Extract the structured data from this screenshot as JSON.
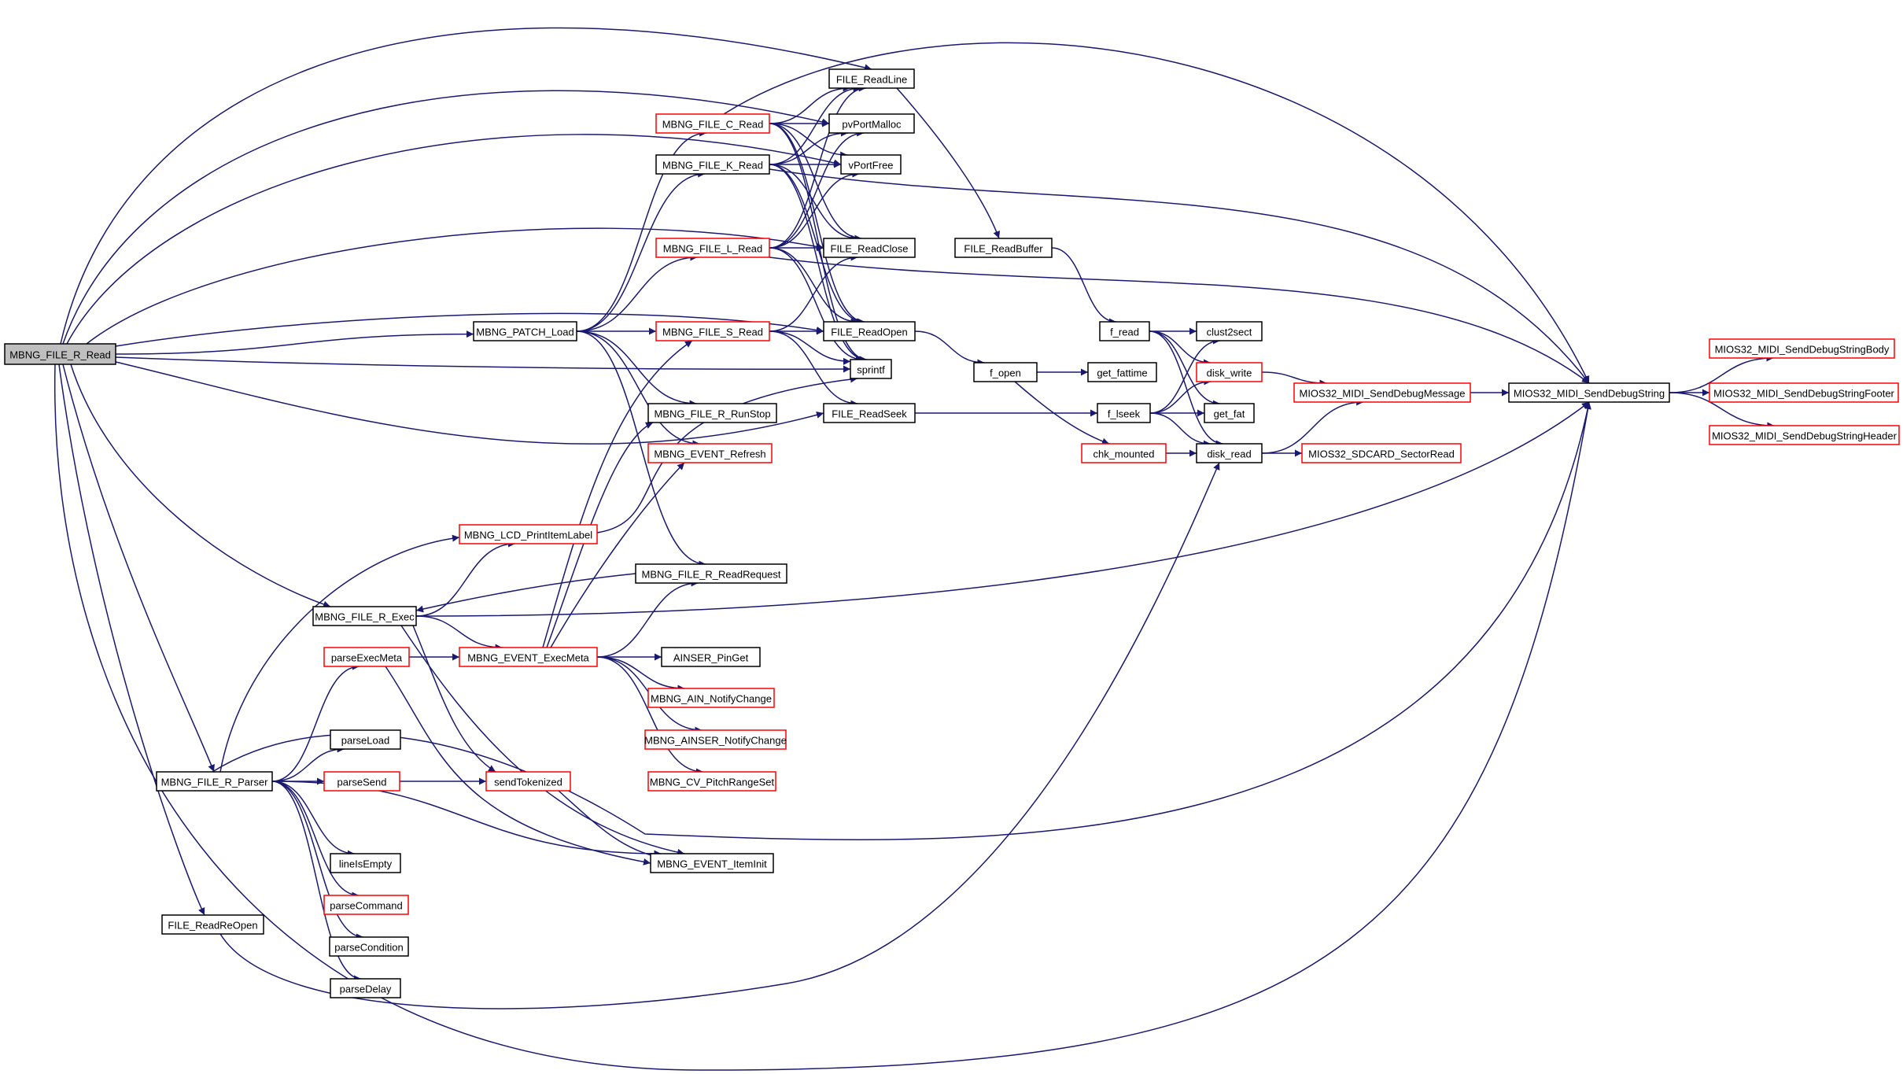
{
  "colors": {
    "edge": "#191970",
    "node_border_normal": "#000000",
    "node_border_truncated": "#ff0000",
    "root_fill": "#bfbfbf",
    "background": "#ffffff"
  },
  "graph": {
    "root": "MBNG_FILE_R_Read",
    "nodes": [
      {
        "id": "MBNG_FILE_R_Read",
        "label": "MBNG_FILE_R_Read",
        "truncated": false,
        "root": true
      },
      {
        "id": "MBNG_PATCH_Load",
        "label": "MBNG_PATCH_Load",
        "truncated": false
      },
      {
        "id": "MBNG_FILE_R_Exec",
        "label": "MBNG_FILE_R_Exec",
        "truncated": false
      },
      {
        "id": "MBNG_FILE_R_Parser",
        "label": "MBNG_FILE_R_Parser",
        "truncated": false
      },
      {
        "id": "FILE_ReadReOpen",
        "label": "FILE_ReadReOpen",
        "truncated": false
      },
      {
        "id": "MBNG_LCD_PrintItemLabel",
        "label": "MBNG_LCD_PrintItemLabel",
        "truncated": true
      },
      {
        "id": "parseExecMeta",
        "label": "parseExecMeta",
        "truncated": true
      },
      {
        "id": "parseLoad",
        "label": "parseLoad",
        "truncated": false
      },
      {
        "id": "parseSend",
        "label": "parseSend",
        "truncated": true
      },
      {
        "id": "lineIsEmpty",
        "label": "lineIsEmpty",
        "truncated": false
      },
      {
        "id": "parseCommand",
        "label": "parseCommand",
        "truncated": true
      },
      {
        "id": "parseCondition",
        "label": "parseCondition",
        "truncated": false
      },
      {
        "id": "parseDelay",
        "label": "parseDelay",
        "truncated": false
      },
      {
        "id": "MBNG_FILE_C_Read",
        "label": "MBNG_FILE_C_Read",
        "truncated": true
      },
      {
        "id": "MBNG_FILE_K_Read",
        "label": "MBNG_FILE_K_Read",
        "truncated": false
      },
      {
        "id": "MBNG_FILE_L_Read",
        "label": "MBNG_FILE_L_Read",
        "truncated": true
      },
      {
        "id": "MBNG_FILE_S_Read",
        "label": "MBNG_FILE_S_Read",
        "truncated": true
      },
      {
        "id": "MBNG_FILE_R_RunStop",
        "label": "MBNG_FILE_R_RunStop",
        "truncated": false
      },
      {
        "id": "MBNG_EVENT_Refresh",
        "label": "MBNG_EVENT_Refresh",
        "truncated": true
      },
      {
        "id": "MBNG_FILE_R_ReadRequest",
        "label": "MBNG_FILE_R_ReadRequest",
        "truncated": false
      },
      {
        "id": "MBNG_EVENT_ExecMeta",
        "label": "MBNG_EVENT_ExecMeta",
        "truncated": true
      },
      {
        "id": "AINSER_PinGet",
        "label": "AINSER_PinGet",
        "truncated": false
      },
      {
        "id": "MBNG_AIN_NotifyChange",
        "label": "MBNG_AIN_NotifyChange",
        "truncated": true
      },
      {
        "id": "MBNG_AINSER_NotifyChange",
        "label": "MBNG_AINSER_NotifyChange",
        "truncated": true
      },
      {
        "id": "MBNG_CV_PitchRangeSet",
        "label": "MBNG_CV_PitchRangeSet",
        "truncated": true
      },
      {
        "id": "sendTokenized",
        "label": "sendTokenized",
        "truncated": true
      },
      {
        "id": "MBNG_EVENT_ItemInit",
        "label": "MBNG_EVENT_ItemInit",
        "truncated": false
      },
      {
        "id": "FILE_ReadLine",
        "label": "FILE_ReadLine",
        "truncated": false
      },
      {
        "id": "pvPortMalloc",
        "label": "pvPortMalloc",
        "truncated": false
      },
      {
        "id": "vPortFree",
        "label": "vPortFree",
        "truncated": false
      },
      {
        "id": "FILE_ReadClose",
        "label": "FILE_ReadClose",
        "truncated": false
      },
      {
        "id": "FILE_ReadOpen",
        "label": "FILE_ReadOpen",
        "truncated": false
      },
      {
        "id": "sprintf",
        "label": "sprintf",
        "truncated": false
      },
      {
        "id": "FILE_ReadSeek",
        "label": "FILE_ReadSeek",
        "truncated": false
      },
      {
        "id": "FILE_ReadBuffer",
        "label": "FILE_ReadBuffer",
        "truncated": false
      },
      {
        "id": "f_read",
        "label": "f_read",
        "truncated": false
      },
      {
        "id": "f_open",
        "label": "f_open",
        "truncated": false
      },
      {
        "id": "f_lseek",
        "label": "f_lseek",
        "truncated": false
      },
      {
        "id": "get_fattime",
        "label": "get_fattime",
        "truncated": false
      },
      {
        "id": "chk_mounted",
        "label": "chk_mounted",
        "truncated": true
      },
      {
        "id": "clust2sect",
        "label": "clust2sect",
        "truncated": false
      },
      {
        "id": "disk_write",
        "label": "disk_write",
        "truncated": true
      },
      {
        "id": "get_fat",
        "label": "get_fat",
        "truncated": false
      },
      {
        "id": "disk_read",
        "label": "disk_read",
        "truncated": false
      },
      {
        "id": "MIOS32_MIDI_SendDebugMessage",
        "label": "MIOS32_MIDI_SendDebugMessage",
        "truncated": true
      },
      {
        "id": "MIOS32_SDCARD_SectorRead",
        "label": "MIOS32_SDCARD_SectorRead",
        "truncated": true
      },
      {
        "id": "MIOS32_MIDI_SendDebugString",
        "label": "MIOS32_MIDI_SendDebugString",
        "truncated": false
      },
      {
        "id": "MIOS32_MIDI_SendDebugStringBody",
        "label": "MIOS32_MIDI_SendDebugStringBody",
        "truncated": true
      },
      {
        "id": "MIOS32_MIDI_SendDebugStringFooter",
        "label": "MIOS32_MIDI_SendDebugStringFooter",
        "truncated": true
      },
      {
        "id": "MIOS32_MIDI_SendDebugStringHeader",
        "label": "MIOS32_MIDI_SendDebugStringHeader",
        "truncated": true
      }
    ],
    "edges": [
      [
        "MBNG_FILE_R_Read",
        "MBNG_PATCH_Load"
      ],
      [
        "MBNG_FILE_R_Read",
        "FILE_ReadLine"
      ],
      [
        "MBNG_FILE_R_Read",
        "pvPortMalloc"
      ],
      [
        "MBNG_FILE_R_Read",
        "vPortFree"
      ],
      [
        "MBNG_FILE_R_Read",
        "FILE_ReadClose"
      ],
      [
        "MBNG_FILE_R_Read",
        "FILE_ReadOpen"
      ],
      [
        "MBNG_FILE_R_Read",
        "sprintf"
      ],
      [
        "MBNG_FILE_R_Read",
        "FILE_ReadSeek"
      ],
      [
        "MBNG_FILE_R_Read",
        "MBNG_FILE_R_Exec"
      ],
      [
        "MBNG_FILE_R_Read",
        "MBNG_FILE_R_Parser"
      ],
      [
        "MBNG_FILE_R_Read",
        "FILE_ReadReOpen"
      ],
      [
        "MBNG_FILE_R_Read",
        "MIOS32_MIDI_SendDebugString"
      ],
      [
        "MBNG_PATCH_Load",
        "MBNG_FILE_C_Read"
      ],
      [
        "MBNG_PATCH_Load",
        "MBNG_FILE_K_Read"
      ],
      [
        "MBNG_PATCH_Load",
        "MBNG_FILE_L_Read"
      ],
      [
        "MBNG_PATCH_Load",
        "MBNG_FILE_S_Read"
      ],
      [
        "MBNG_PATCH_Load",
        "MBNG_FILE_R_RunStop"
      ],
      [
        "MBNG_PATCH_Load",
        "MBNG_EVENT_Refresh"
      ],
      [
        "MBNG_PATCH_Load",
        "MBNG_FILE_R_ReadRequest"
      ],
      [
        "MBNG_FILE_C_Read",
        "FILE_ReadLine"
      ],
      [
        "MBNG_FILE_C_Read",
        "pvPortMalloc"
      ],
      [
        "MBNG_FILE_C_Read",
        "vPortFree"
      ],
      [
        "MBNG_FILE_C_Read",
        "FILE_ReadClose"
      ],
      [
        "MBNG_FILE_C_Read",
        "FILE_ReadOpen"
      ],
      [
        "MBNG_FILE_C_Read",
        "sprintf"
      ],
      [
        "MBNG_FILE_C_Read",
        "MIOS32_MIDI_SendDebugString"
      ],
      [
        "MBNG_FILE_K_Read",
        "FILE_ReadLine"
      ],
      [
        "MBNG_FILE_K_Read",
        "pvPortMalloc"
      ],
      [
        "MBNG_FILE_K_Read",
        "vPortFree"
      ],
      [
        "MBNG_FILE_K_Read",
        "FILE_ReadClose"
      ],
      [
        "MBNG_FILE_K_Read",
        "FILE_ReadOpen"
      ],
      [
        "MBNG_FILE_K_Read",
        "sprintf"
      ],
      [
        "MBNG_FILE_K_Read",
        "MIOS32_MIDI_SendDebugString"
      ],
      [
        "MBNG_FILE_L_Read",
        "FILE_ReadLine"
      ],
      [
        "MBNG_FILE_L_Read",
        "pvPortMalloc"
      ],
      [
        "MBNG_FILE_L_Read",
        "vPortFree"
      ],
      [
        "MBNG_FILE_L_Read",
        "FILE_ReadClose"
      ],
      [
        "MBNG_FILE_L_Read",
        "FILE_ReadOpen"
      ],
      [
        "MBNG_FILE_L_Read",
        "sprintf"
      ],
      [
        "MBNG_FILE_L_Read",
        "MIOS32_MIDI_SendDebugString"
      ],
      [
        "MBNG_FILE_S_Read",
        "FILE_ReadClose"
      ],
      [
        "MBNG_FILE_S_Read",
        "FILE_ReadOpen"
      ],
      [
        "MBNG_FILE_S_Read",
        "sprintf"
      ],
      [
        "MBNG_FILE_S_Read",
        "FILE_ReadSeek"
      ],
      [
        "MBNG_FILE_R_Exec",
        "MBNG_LCD_PrintItemLabel"
      ],
      [
        "MBNG_FILE_R_Exec",
        "MBNG_EVENT_ExecMeta"
      ],
      [
        "MBNG_FILE_R_Exec",
        "sendTokenized"
      ],
      [
        "MBNG_FILE_R_Exec",
        "MBNG_EVENT_ItemInit"
      ],
      [
        "MBNG_FILE_R_Exec",
        "MIOS32_MIDI_SendDebugString"
      ],
      [
        "MBNG_FILE_R_ReadRequest",
        "MBNG_FILE_R_Exec"
      ],
      [
        "MBNG_LCD_PrintItemLabel",
        "sprintf"
      ],
      [
        "MBNG_EVENT_ExecMeta",
        "MBNG_FILE_S_Read"
      ],
      [
        "MBNG_EVENT_ExecMeta",
        "MBNG_FILE_R_RunStop"
      ],
      [
        "MBNG_EVENT_ExecMeta",
        "MBNG_EVENT_Refresh"
      ],
      [
        "MBNG_EVENT_ExecMeta",
        "MBNG_FILE_R_ReadRequest"
      ],
      [
        "MBNG_EVENT_ExecMeta",
        "AINSER_PinGet"
      ],
      [
        "MBNG_EVENT_ExecMeta",
        "MBNG_AIN_NotifyChange"
      ],
      [
        "MBNG_EVENT_ExecMeta",
        "MBNG_AINSER_NotifyChange"
      ],
      [
        "MBNG_EVENT_ExecMeta",
        "MBNG_CV_PitchRangeSet"
      ],
      [
        "MBNG_FILE_R_Parser",
        "MBNG_LCD_PrintItemLabel"
      ],
      [
        "MBNG_FILE_R_Parser",
        "parseExecMeta"
      ],
      [
        "MBNG_FILE_R_Parser",
        "parseLoad"
      ],
      [
        "MBNG_FILE_R_Parser",
        "parseSend"
      ],
      [
        "MBNG_FILE_R_Parser",
        "lineIsEmpty"
      ],
      [
        "MBNG_FILE_R_Parser",
        "parseCommand"
      ],
      [
        "MBNG_FILE_R_Parser",
        "parseCondition"
      ],
      [
        "MBNG_FILE_R_Parser",
        "parseDelay"
      ],
      [
        "MBNG_FILE_R_Parser",
        "MBNG_EVENT_ItemInit"
      ],
      [
        "MBNG_FILE_R_Parser",
        "MIOS32_MIDI_SendDebugString"
      ],
      [
        "parseExecMeta",
        "MBNG_EVENT_ExecMeta"
      ],
      [
        "parseExecMeta",
        "MBNG_EVENT_ItemInit"
      ],
      [
        "parseSend",
        "sendTokenized"
      ],
      [
        "sendTokenized",
        "MBNG_EVENT_ItemInit"
      ],
      [
        "FILE_ReadReOpen",
        "disk_read"
      ],
      [
        "FILE_ReadLine",
        "FILE_ReadBuffer"
      ],
      [
        "FILE_ReadBuffer",
        "f_read"
      ],
      [
        "FILE_ReadOpen",
        "f_open"
      ],
      [
        "FILE_ReadSeek",
        "f_lseek"
      ],
      [
        "f_read",
        "clust2sect"
      ],
      [
        "f_read",
        "disk_write"
      ],
      [
        "f_read",
        "get_fat"
      ],
      [
        "f_read",
        "disk_read"
      ],
      [
        "f_open",
        "get_fattime"
      ],
      [
        "f_open",
        "chk_mounted"
      ],
      [
        "f_lseek",
        "clust2sect"
      ],
      [
        "f_lseek",
        "disk_write"
      ],
      [
        "f_lseek",
        "get_fat"
      ],
      [
        "f_lseek",
        "disk_read"
      ],
      [
        "chk_mounted",
        "disk_read"
      ],
      [
        "disk_write",
        "MIOS32_MIDI_SendDebugMessage"
      ],
      [
        "disk_read",
        "MIOS32_MIDI_SendDebugMessage"
      ],
      [
        "disk_read",
        "MIOS32_SDCARD_SectorRead"
      ],
      [
        "MIOS32_MIDI_SendDebugMessage",
        "MIOS32_MIDI_SendDebugString"
      ],
      [
        "MIOS32_MIDI_SendDebugString",
        "MIOS32_MIDI_SendDebugStringBody"
      ],
      [
        "MIOS32_MIDI_SendDebugString",
        "MIOS32_MIDI_SendDebugStringFooter"
      ],
      [
        "MIOS32_MIDI_SendDebugString",
        "MIOS32_MIDI_SendDebugStringHeader"
      ]
    ]
  }
}
